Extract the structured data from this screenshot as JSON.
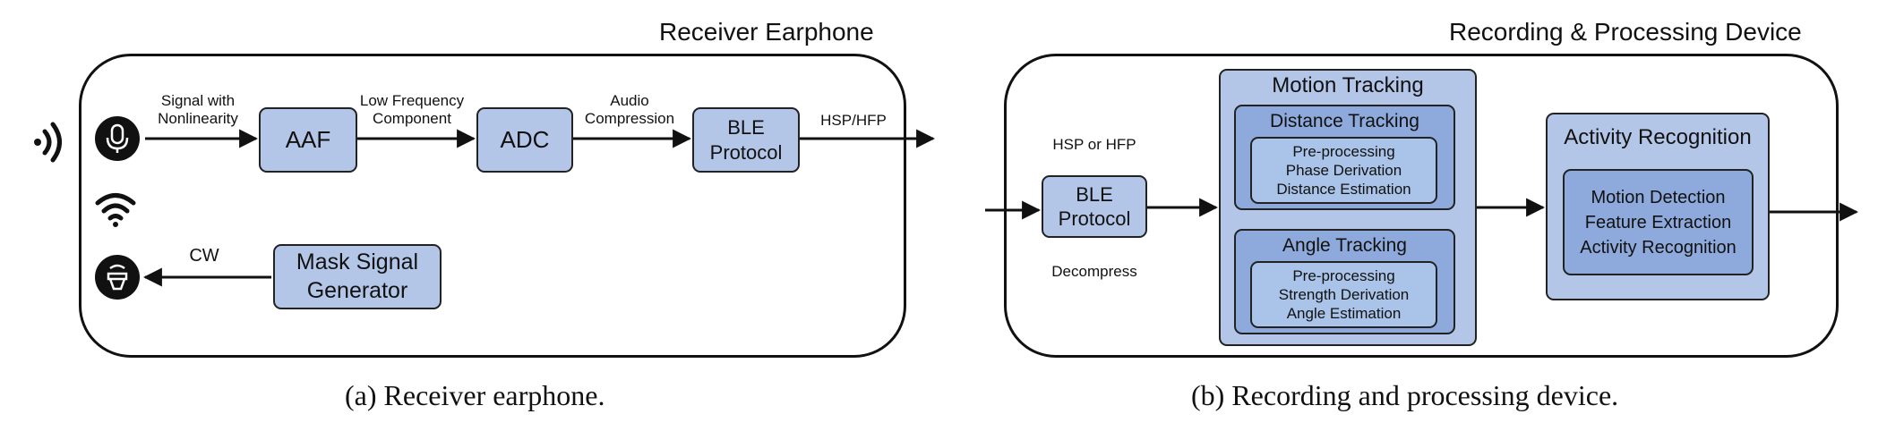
{
  "panel_a": {
    "title": "Receiver Earphone",
    "caption": "(a) Receiver earphone.",
    "blocks": {
      "aaf": "AAF",
      "adc": "ADC",
      "ble": "BLE\nProtocol",
      "mask": "Mask Signal\nGenerator"
    },
    "labels": {
      "signal": "Signal with\nNonlinearity",
      "low_freq": "Low Frequency\nComponent",
      "audio": "Audio\nCompression",
      "hsp": "HSP/HFP",
      "cw": "CW"
    },
    "icons": [
      "sound-wave-icon",
      "microphone-icon",
      "wifi-icon",
      "speaker-icon"
    ]
  },
  "panel_b": {
    "title": "Recording & Processing Device",
    "caption": "(b) Recording and processing device.",
    "hsp_label": "HSP or HFP",
    "decompress_label": "Decompress",
    "ble": "BLE\nProtocol",
    "motion_tracking": {
      "title": "Motion Tracking",
      "distance": {
        "title": "Distance Tracking",
        "steps": "Pre-processing\nPhase Derivation\nDistance Estimation"
      },
      "angle": {
        "title": "Angle Tracking",
        "steps": "Pre-processing\nStrength Derivation\nAngle Estimation"
      }
    },
    "activity": {
      "title": "Activity Recognition",
      "steps": "Motion Detection\nFeature Extraction\nActivity Recognition"
    }
  }
}
